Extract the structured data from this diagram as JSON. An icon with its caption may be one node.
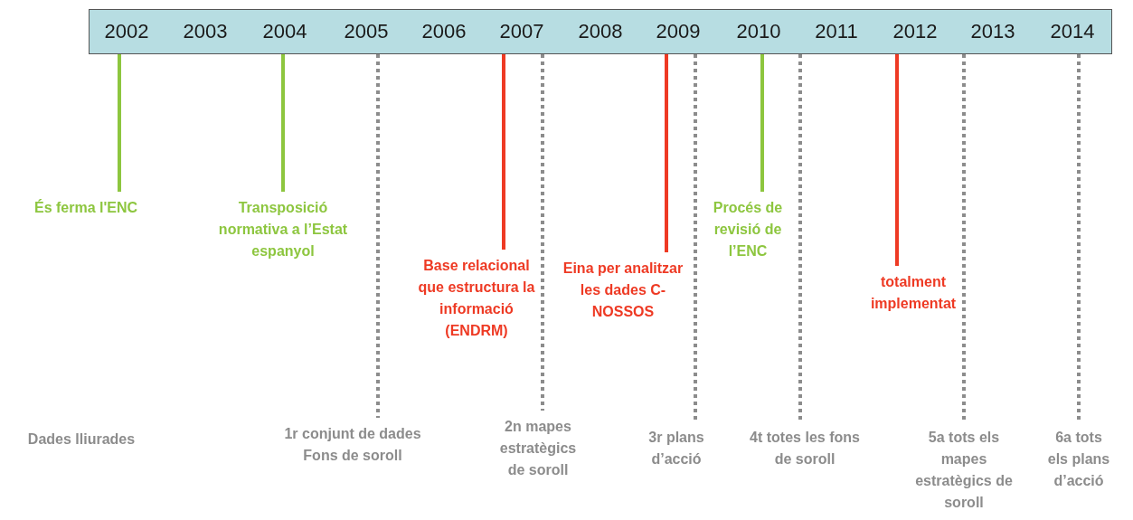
{
  "diagram": {
    "nodes": [
      {
        "text": [
          "2002",
          "2003",
          "2004",
          "2005",
          "2006",
          "2007",
          "2008",
          "2009",
          "2010",
          "2011",
          "2012",
          "2013",
          "2014"
        ]
      },
      {
        "text": [
          "És ferma l'ENC"
        ]
      },
      {
        "text": [
          "Transposició normativa a l’Estat espanyol"
        ]
      },
      {
        "text": [
          "Procés de revisió de l’ENC"
        ]
      },
      {
        "text": [
          "Base relacional que estructura la informació (ENDRM)"
        ]
      },
      {
        "text": [
          "Eina per analitzar les dades C-NOSSOS"
        ]
      },
      {
        "text": [
          "totalment implementat"
        ]
      },
      {
        "text": [
          "1r conjunt de dades Fons de soroll"
        ]
      },
      {
        "text": [
          "2n mapes estratègics de soroll"
        ]
      },
      {
        "text": [
          "3r plans d’acció"
        ]
      },
      {
        "text": [
          "4t totes les fons de soroll"
        ]
      },
      {
        "text": [
          "5a tots els mapes estratègics de soroll"
        ]
      },
      {
        "text": [
          "6a tots els plans d’acció"
        ]
      }
    ],
    "edges": [
      {
        "from": 0,
        "to": 1,
        "arrow": "none",
        "color": "#8dc63f"
      },
      {
        "from": 0,
        "to": 2,
        "arrow": "none",
        "color": "#8dc63f"
      },
      {
        "from": 0,
        "to": 7,
        "arrow": "none",
        "style": "dashed"
      },
      {
        "from": 0,
        "to": 4,
        "arrow": "none",
        "color": "#ee3a24"
      },
      {
        "from": 0,
        "to": 8,
        "arrow": "none",
        "style": "dashed"
      },
      {
        "from": 0,
        "to": 5,
        "arrow": "none",
        "color": "#ee3a24"
      },
      {
        "from": 0,
        "to": 9,
        "arrow": "none",
        "style": "dashed"
      },
      {
        "from": 0,
        "to": 3,
        "arrow": "none",
        "color": "#8dc63f"
      },
      {
        "from": 0,
        "to": 10,
        "arrow": "none",
        "style": "dashed"
      },
      {
        "from": 0,
        "to": 6,
        "arrow": "none",
        "color": "#ee3a24"
      },
      {
        "from": 0,
        "to": 11,
        "arrow": "none",
        "style": "dashed"
      },
      {
        "from": 0,
        "to": 12,
        "arrow": "none",
        "style": "dashed"
      }
    ],
    "labels": [
      "Dades lliurades"
    ]
  }
}
